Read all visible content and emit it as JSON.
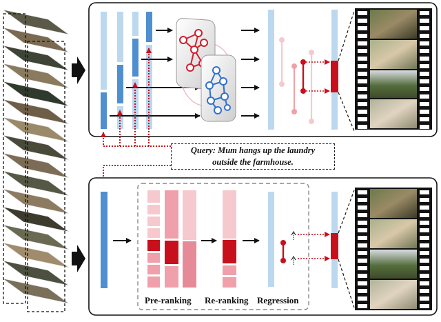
{
  "query": {
    "line1": "Query: Mum hangs up the laundry",
    "line2": "outside the farmhouse."
  },
  "labels": {
    "pre_ranking": "Pre-ranking",
    "re_ranking": "Re-ranking",
    "regression": "Regression"
  },
  "colors": {
    "dark_blue": "#4f8fd0",
    "light_blue": "#bcd8ef",
    "red": "#c8101c",
    "pink": "#efa0aa",
    "light_pink": "#f6c9cf",
    "graph_red": "#d0202c",
    "graph_blue": "#3070d0"
  }
}
